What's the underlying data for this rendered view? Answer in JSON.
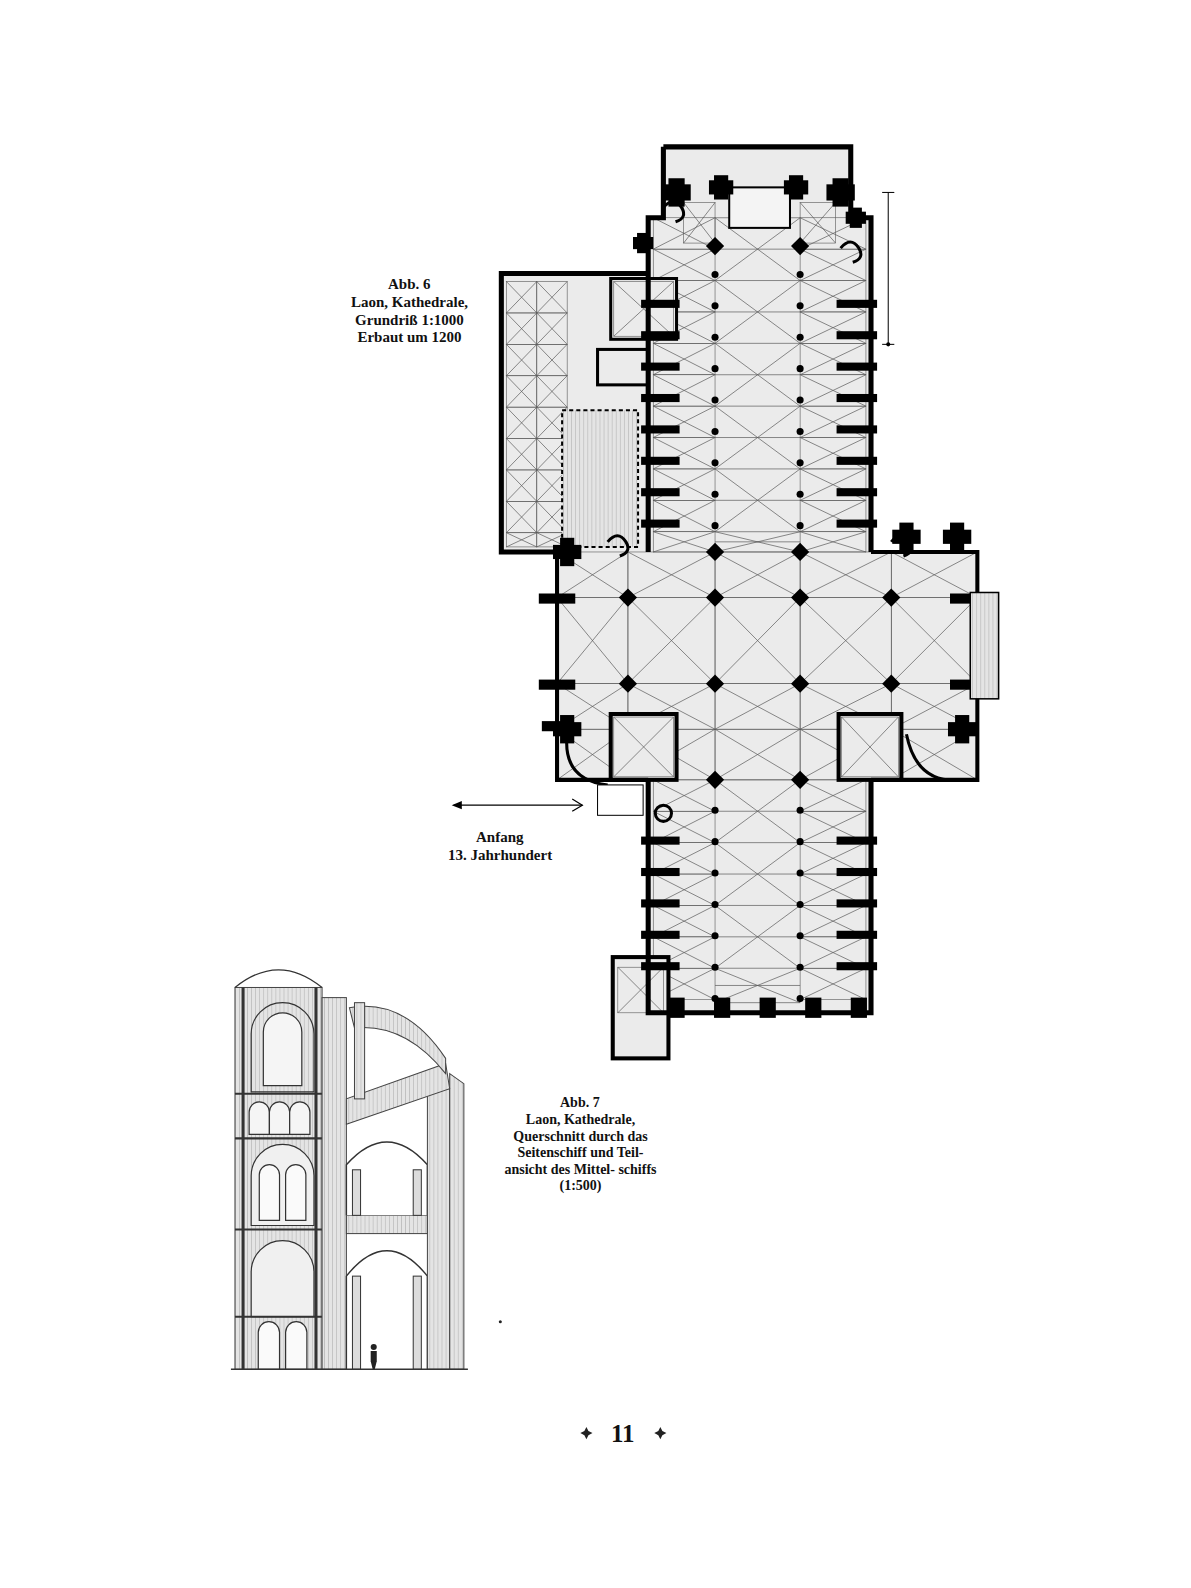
{
  "diagram": {
    "labels": [
      "Abb. 6",
      "Laon, Kathedrale, Grundriß 1:1000 Erbaut um 1200",
      "Anfang",
      "13. Jahrhundert",
      "Abb. 7",
      "Laon, Kathedrale, Querschnitt durch das Seitenschiff und Teil- ansicht des Mittel- schiffs (1:500)",
      "11"
    ]
  }
}
